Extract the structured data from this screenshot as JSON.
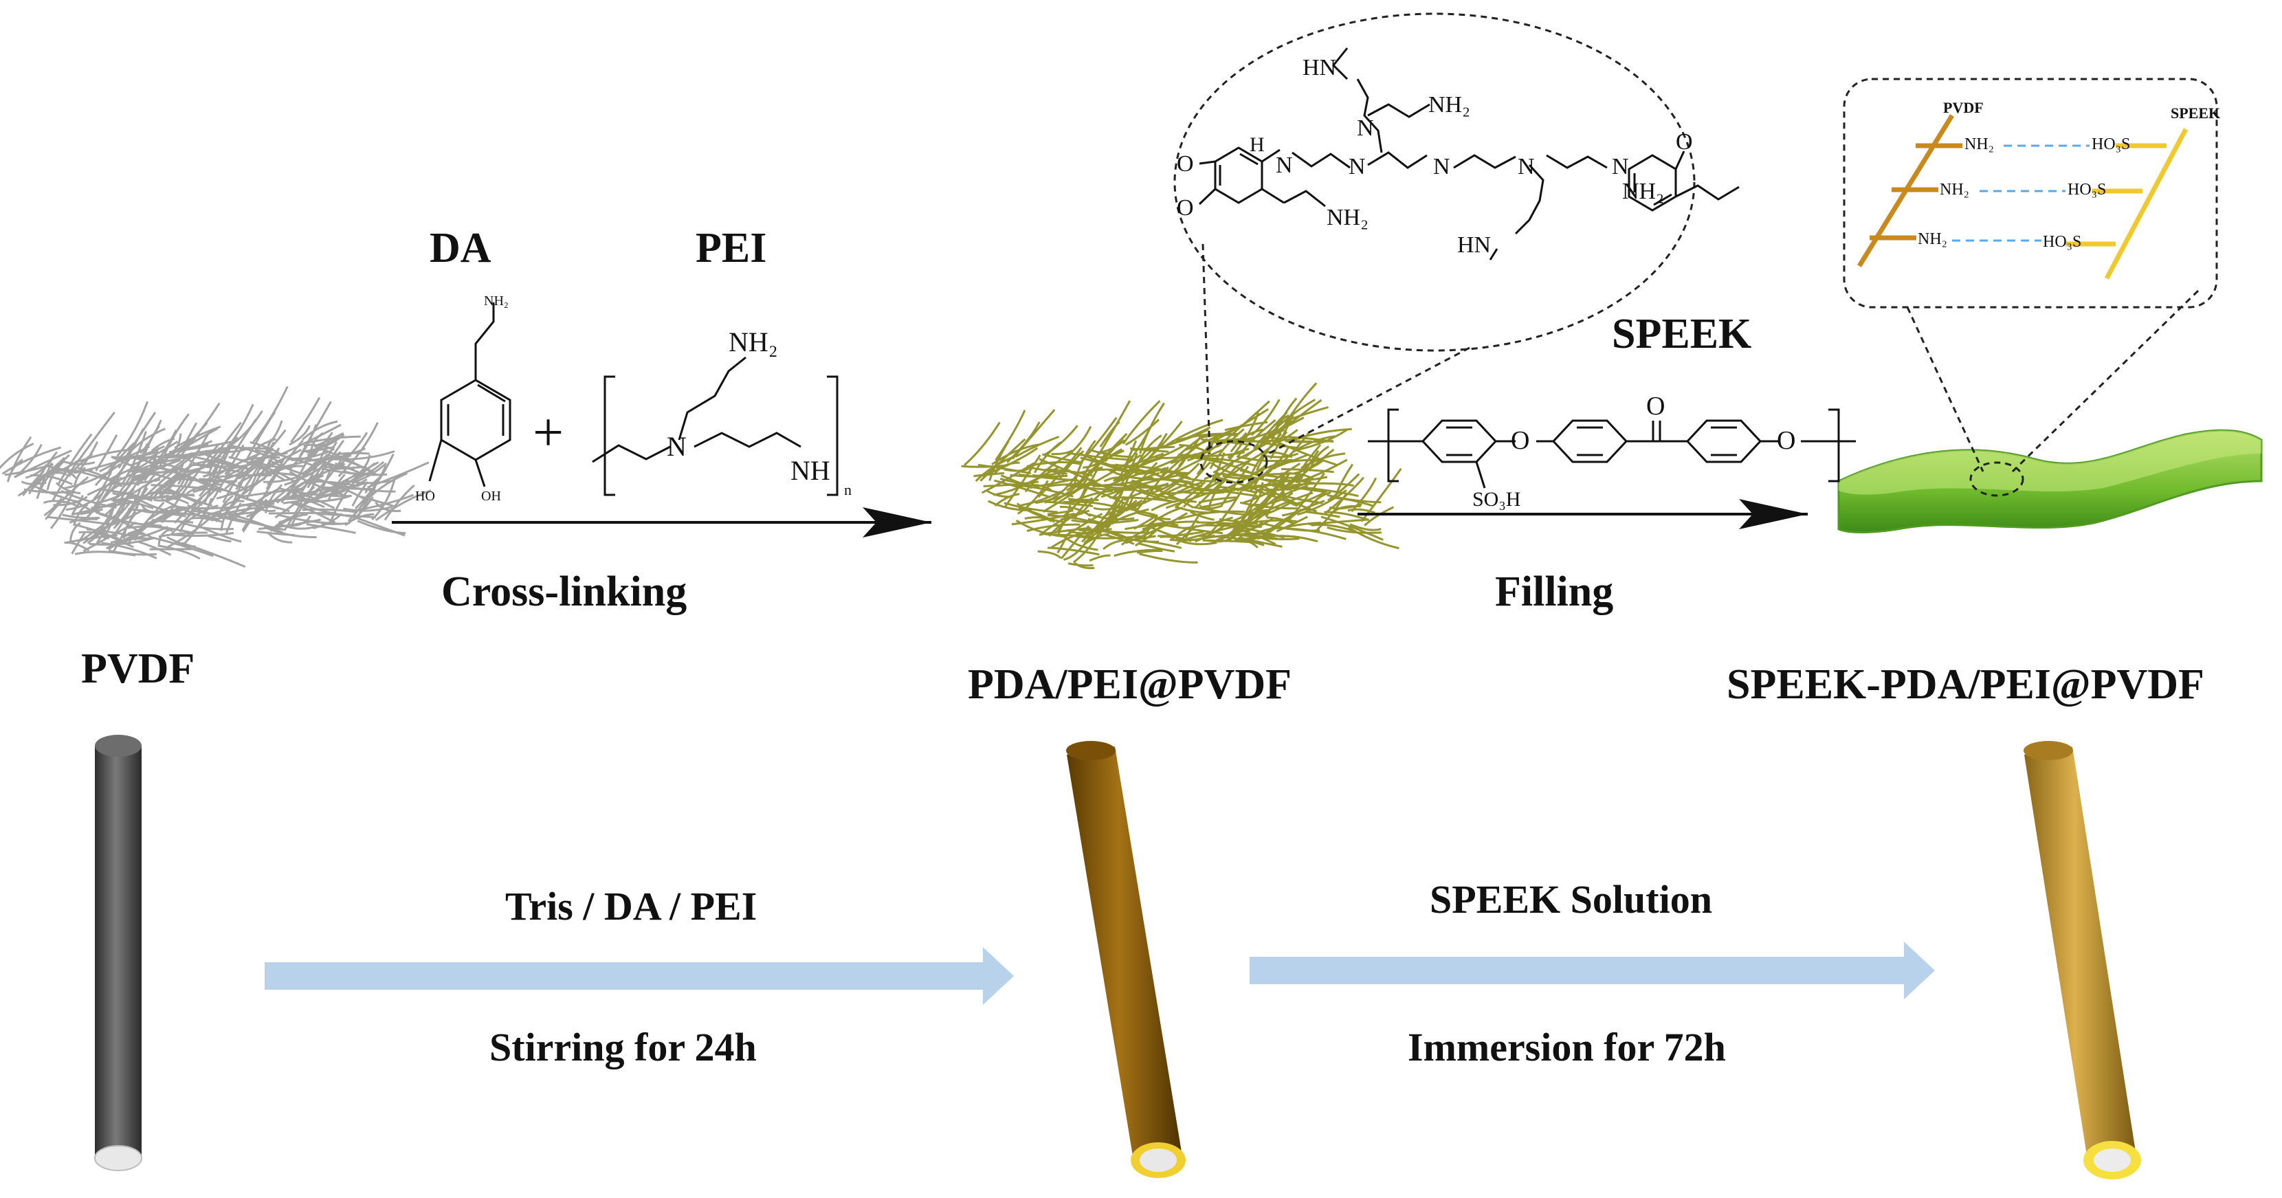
{
  "top": {
    "reagent_da": "DA",
    "reagent_pei": "PEI",
    "plus": "+",
    "step1_label": "Cross-linking",
    "reagent_speek": "SPEEK",
    "step2_label": "Filling"
  },
  "stages": {
    "pvdf": "PVDF",
    "pda_pei_pvdf": "PDA/PEI@PVDF",
    "speek_pda_pei_pvdf": "SPEEK-PDA/PEI@PVDF"
  },
  "chem": {
    "da_nh2": "NH₂",
    "da_ho_left": "HO",
    "da_oh_right": "OH",
    "pei_nh2": "NH₂",
    "pei_n": "N",
    "pei_nh": "NH",
    "pei_n_sub": "n",
    "speek_o1": "O",
    "speek_o2": "O",
    "speek_o3": "O",
    "speek_so3h": "SO₃H",
    "zoom_nh2_top": "NH₂",
    "zoom_hn_top": "HN",
    "zoom_h": "H",
    "zoom_n1": "N",
    "zoom_n2": "N",
    "zoom_n3": "N",
    "zoom_n4": "N",
    "zoom_n5": "N",
    "zoom_o_left1": "O",
    "zoom_o_left2": "O",
    "zoom_o_right": "O",
    "zoom_nh2_left": "NH₂",
    "zoom_nh2_right": "NH₂",
    "zoom_hn_bottom": "HN"
  },
  "inset": {
    "pvdf": "PVDF",
    "speek": "SPEEK",
    "nh2": "NH₂",
    "ho3s": "HO₃S"
  },
  "bottom": {
    "arrow1_top": "Tris / DA / PEI",
    "arrow1_bottom": "Stirring for 24h",
    "arrow2_top": "SPEEK Solution",
    "arrow2_bottom": "Immersion for 72h"
  },
  "colors": {
    "pvdf_fiber": "#9a9a9a",
    "pda_fiber": "#8a8a18",
    "rod_gray": "#555555",
    "rod_brown": "#8a5a08",
    "rod_gold": "#c89a30",
    "bond_dash": "#5aa9e6",
    "arrow_light": "#b9d2ec",
    "membrane": "#7fc43a"
  }
}
